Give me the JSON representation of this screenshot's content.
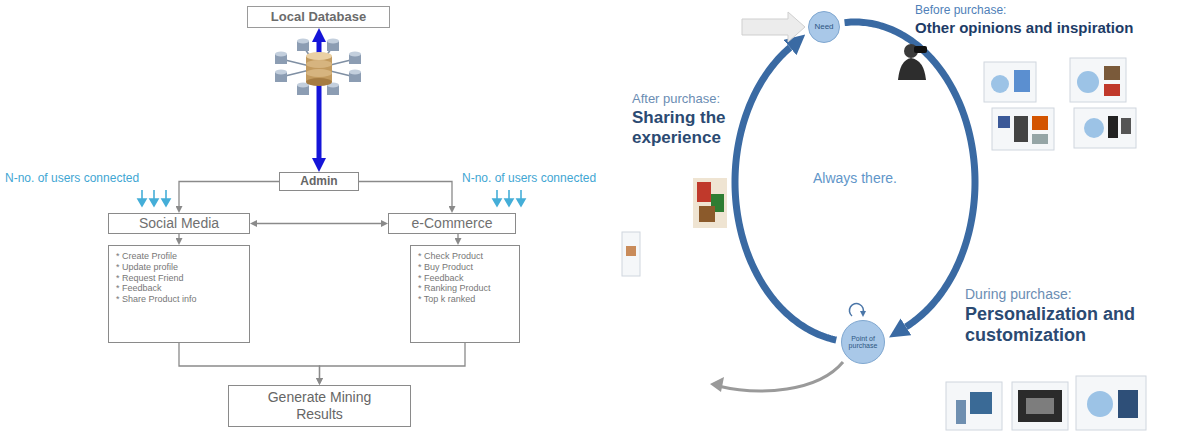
{
  "diagram": {
    "nodes": [
      {
        "text": [
          "Local Database"
        ]
      },
      {
        "text": [
          "Admin"
        ]
      },
      {
        "text": [
          "Social Media"
        ]
      },
      {
        "text": [
          "e-Commerce"
        ]
      },
      {
        "text": [
          "* Create Profile",
          "* Update profile",
          "* Request Friend",
          "* Feedback",
          "* Share Product info"
        ]
      },
      {
        "text": [
          "* Check Product",
          "* Buy Product",
          "* Feedback",
          "* Ranking Product",
          "* Top k ranked"
        ]
      },
      {
        "text": [
          "Generate Mining Results"
        ]
      },
      {
        "text": [
          "Need"
        ]
      },
      {
        "text": [
          "Point of purchase"
        ]
      }
    ],
    "edges": [
      {
        "from": 0,
        "to": 1,
        "arrow": "both"
      },
      {
        "from": 1,
        "to": 2,
        "arrow": "to"
      },
      {
        "from": 1,
        "to": 3,
        "arrow": "to"
      },
      {
        "from": 2,
        "to": 3,
        "arrow": "both"
      },
      {
        "from": 2,
        "to": 4,
        "arrow": "to"
      },
      {
        "from": 3,
        "to": 5,
        "arrow": "to"
      },
      {
        "from": 4,
        "to": 6,
        "arrow": "to"
      },
      {
        "from": 5,
        "to": 6,
        "arrow": "to"
      },
      {
        "from": 7,
        "to": 8,
        "arrow": "to"
      },
      {
        "from": 8,
        "to": 7,
        "arrow": "to"
      }
    ],
    "labels": [
      "N-no. of users connected",
      "N-no. of users connected",
      "Before purchase:",
      "Other opinions and inspiration",
      "After purchase:",
      "Sharing the experience",
      "Always there.",
      "During purchase:",
      "Personalization and customization"
    ]
  }
}
